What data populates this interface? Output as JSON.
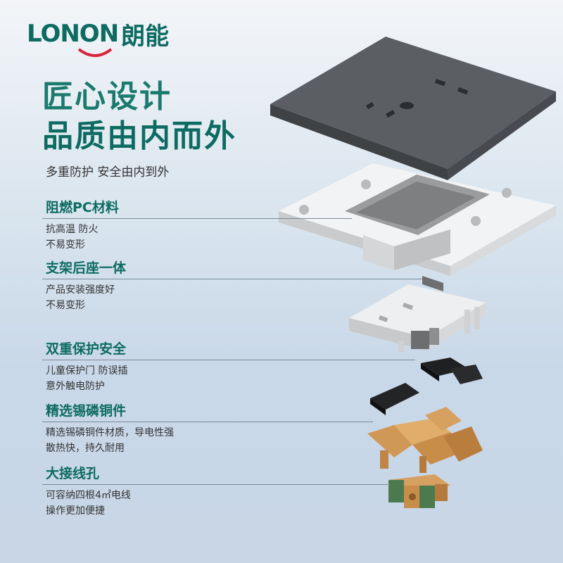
{
  "brand": {
    "logo_text": "LONON",
    "logo_cn": "朗能"
  },
  "headline": {
    "line1": "匠心设计",
    "line2": "品质由内而外"
  },
  "tagline": "多重防护 安全由内到外",
  "features": [
    {
      "title": "阻燃PC材料",
      "desc": "抗高温 防火\n不易变形"
    },
    {
      "title": "支架后座一体",
      "desc": "产品安装强度好\n不易变形"
    },
    {
      "title": "双重保护安全",
      "desc": "儿童保护门 防误插\n意外触电防护"
    },
    {
      "title": "精选锡磷铜件",
      "desc": "精选锡磷铜件材质，导电性强\n散热快，持久耐用"
    },
    {
      "title": "大接线孔",
      "desc": "可容纳四根4㎡电线\n操作更加便捷"
    }
  ],
  "colors": {
    "brand_green": "#0d6b62",
    "brand_red": "#d7263d",
    "panel_gray": "#55585c",
    "copper": "#c98d4a"
  }
}
